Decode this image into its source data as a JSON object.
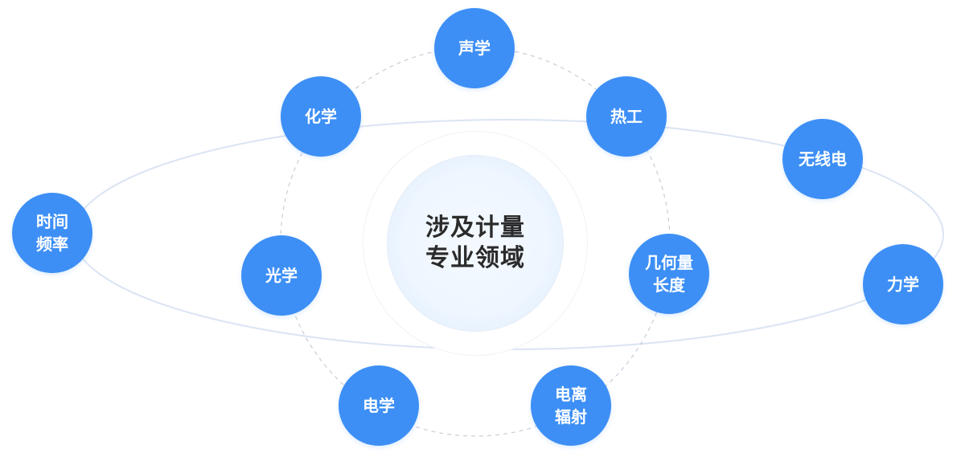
{
  "diagram": {
    "center": {
      "line1": "涉及计量",
      "line2": "专业领域"
    },
    "nodes": [
      {
        "id": "acoustics",
        "line1": "声学",
        "line2": ""
      },
      {
        "id": "thermal",
        "line1": "热工",
        "line2": ""
      },
      {
        "id": "chemistry",
        "line1": "化学",
        "line2": ""
      },
      {
        "id": "time-frequency",
        "line1": "时间",
        "line2": "频率"
      },
      {
        "id": "optics",
        "line1": "光学",
        "line2": ""
      },
      {
        "id": "electricity",
        "line1": "电学",
        "line2": ""
      },
      {
        "id": "ionizing-radiation",
        "line1": "电离",
        "line2": "辐射"
      },
      {
        "id": "geometry-length",
        "line1": "几何量",
        "line2": "长度"
      },
      {
        "id": "radio",
        "line1": "无线电",
        "line2": ""
      },
      {
        "id": "mechanics",
        "line1": "力学",
        "line2": ""
      }
    ],
    "colors": {
      "node": "#3d8ff5",
      "center_text": "#2b2b2b",
      "orbit": "#dbe4f3",
      "dashed_orbit": "#c6cdd7"
    }
  }
}
